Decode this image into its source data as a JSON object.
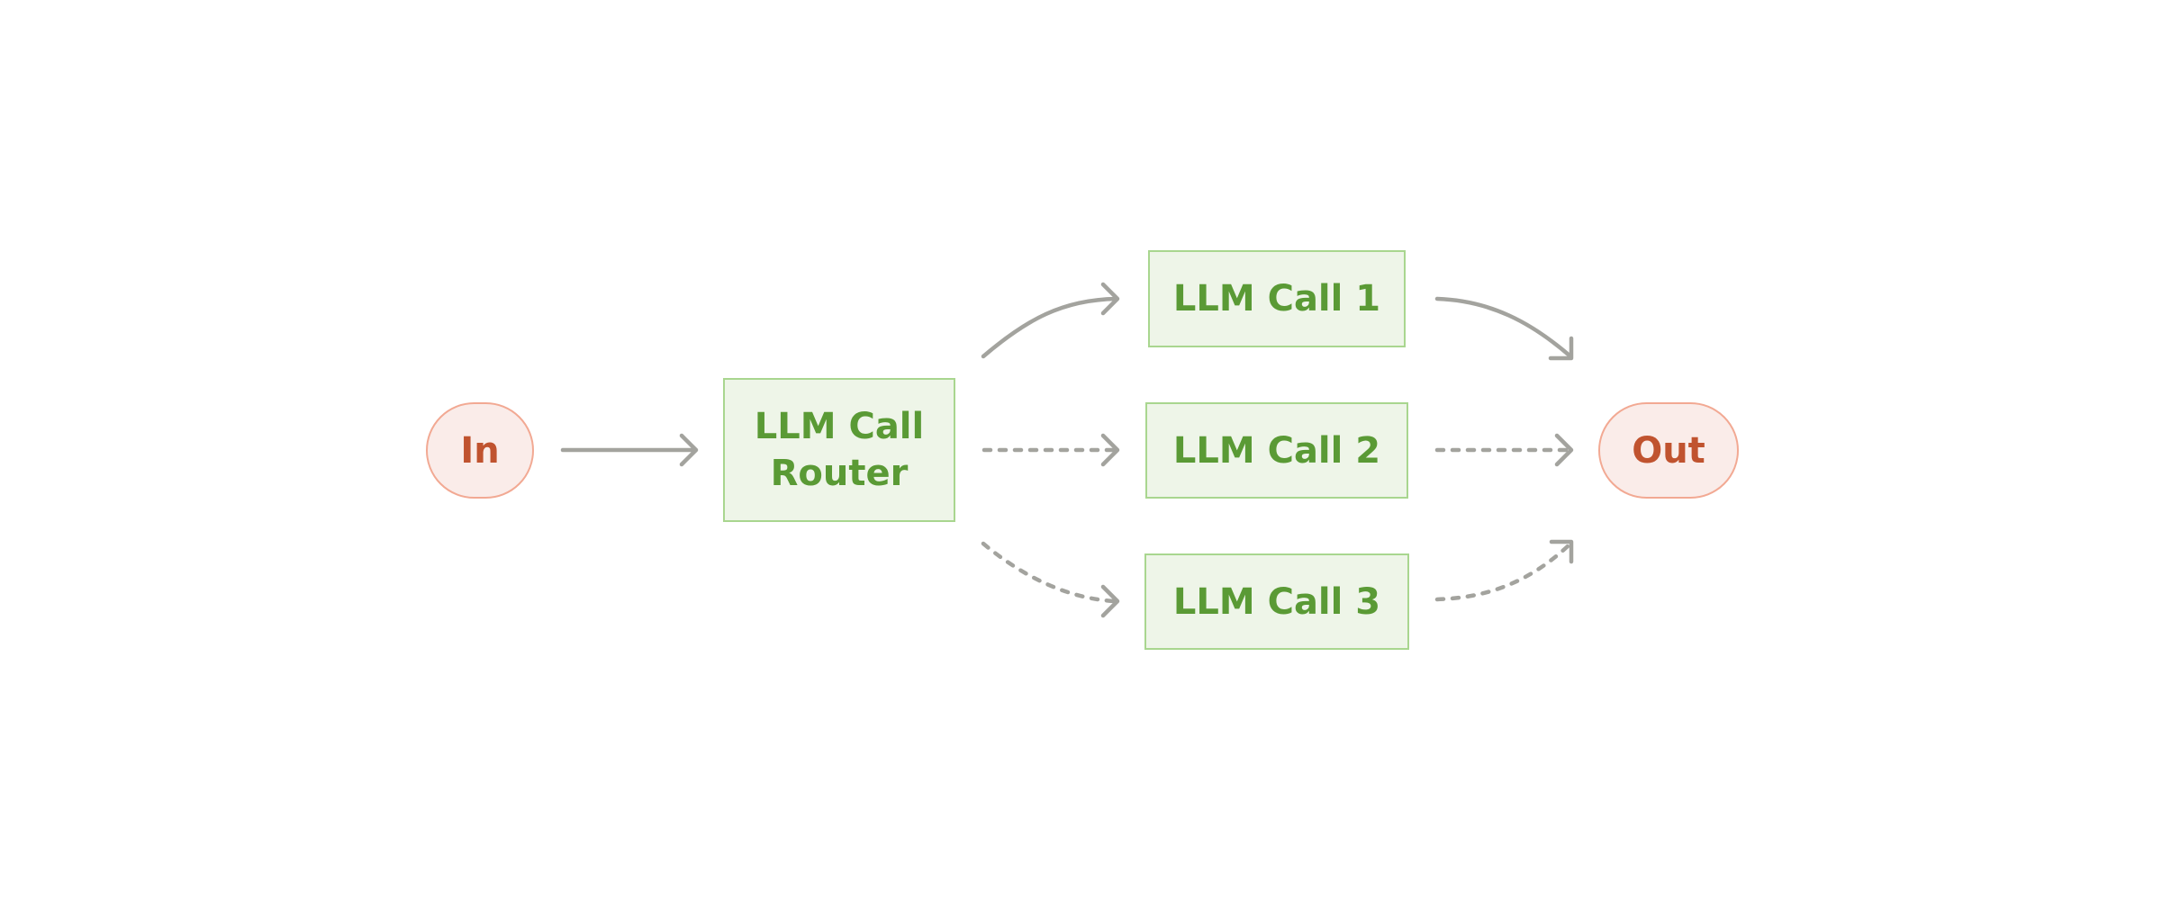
{
  "nodes": {
    "input": {
      "label": "In"
    },
    "router": {
      "line1": "LLM Call",
      "line2": "Router"
    },
    "call_1": {
      "label": "LLM Call 1"
    },
    "call_2": {
      "label": "LLM Call 2"
    },
    "call_3": {
      "label": "LLM Call 3"
    },
    "output": {
      "label": "Out"
    }
  },
  "colors": {
    "terminal_fill": "#faece9",
    "terminal_border": "#f2a993",
    "terminal_text": "#c0532f",
    "step_fill": "#eef5e8",
    "step_border": "#a9d68f",
    "step_text": "#5a9a35",
    "arrow": "#a3a39e"
  }
}
